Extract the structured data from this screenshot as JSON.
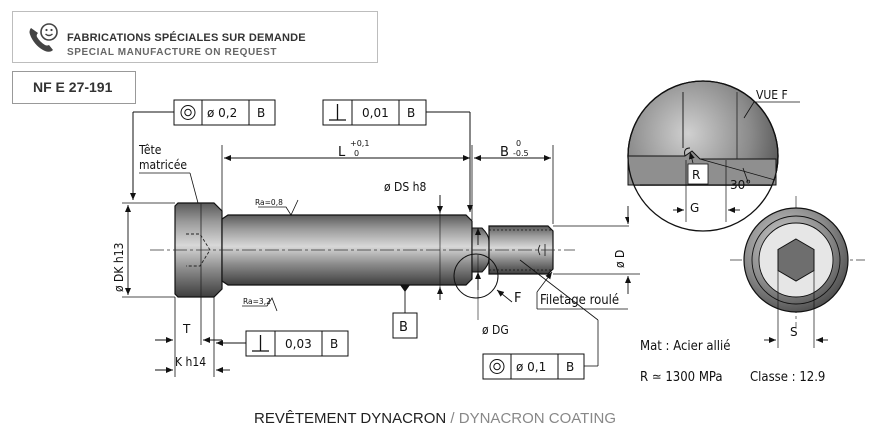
{
  "banner": {
    "line1": "FABRICATIONS SPÉCIALES SUR DEMANDE",
    "line2": "SPECIAL MANUFACTURE ON REQUEST",
    "icon": "phone-smile-icon"
  },
  "standard": "NF E 27-191",
  "caption": {
    "fr": "REVÊTEMENT DYNACRON",
    "sep": " / ",
    "en": "DYNACRON COATING"
  },
  "drawing": {
    "tete_line1": "Tête",
    "tete_line2": "matricée",
    "dk": "ø DK h13",
    "l_label": "L",
    "l_tol_up": "+0,1",
    "l_tol_down": "0",
    "b_label": "B",
    "b_tol_up": "0",
    "b_tol_down": "-0.5",
    "ds": "ø DS h8",
    "ra1": "Ra=0,8",
    "ra2": "Ra=3,2",
    "d": "ø D",
    "dg": "ø DG",
    "f": "F",
    "filetage": "Filetage roulé",
    "t": "T",
    "k": "K h14",
    "datum_b": "B",
    "vue_f": "VUE F",
    "r": "R",
    "g": "G",
    "angle": "30°",
    "s": "S",
    "mat": "Mat : Acier allié",
    "r_strength": "R ≃ 1300 MPa",
    "classe": "Classe : 12.9",
    "fcf_top_left": {
      "tol": "ø 0,2",
      "datum": "B"
    },
    "fcf_top_mid": {
      "tol": "0,01",
      "datum": "B"
    },
    "fcf_low_left": {
      "tol": "0,03",
      "datum": "B"
    },
    "fcf_low_right": {
      "tol": "ø 0,1",
      "datum": "B"
    }
  }
}
